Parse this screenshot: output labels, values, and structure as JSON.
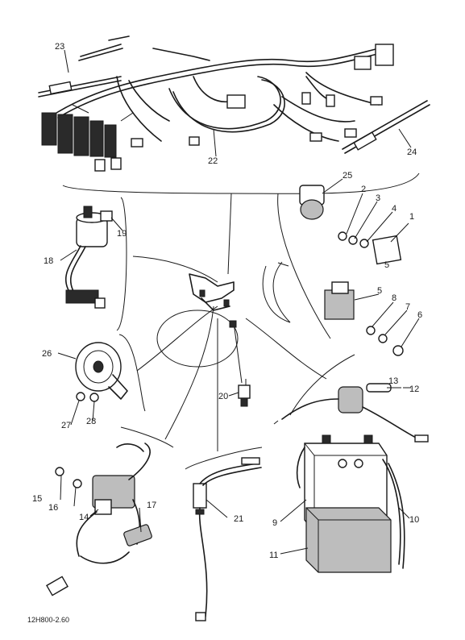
{
  "diagram_code": "12H800-2.60",
  "callouts": [
    {
      "n": "1",
      "text": "1"
    },
    {
      "n": "2",
      "text": "2"
    },
    {
      "n": "3",
      "text": "3"
    },
    {
      "n": "4",
      "text": "4"
    },
    {
      "n": "5a",
      "text": "5"
    },
    {
      "n": "5b",
      "text": "5"
    },
    {
      "n": "6",
      "text": "6"
    },
    {
      "n": "7",
      "text": "7"
    },
    {
      "n": "8",
      "text": "8"
    },
    {
      "n": "9",
      "text": "9"
    },
    {
      "n": "10",
      "text": "10"
    },
    {
      "n": "11",
      "text": "11"
    },
    {
      "n": "12",
      "text": "12"
    },
    {
      "n": "13",
      "text": "13"
    },
    {
      "n": "14",
      "text": "14"
    },
    {
      "n": "15",
      "text": "15"
    },
    {
      "n": "16",
      "text": "16"
    },
    {
      "n": "17",
      "text": "17"
    },
    {
      "n": "18",
      "text": "18"
    },
    {
      "n": "19",
      "text": "19"
    },
    {
      "n": "20",
      "text": "20"
    },
    {
      "n": "21",
      "text": "21"
    },
    {
      "n": "22",
      "text": "22"
    },
    {
      "n": "23",
      "text": "23"
    },
    {
      "n": "24",
      "text": "24"
    },
    {
      "n": "25",
      "text": "25"
    },
    {
      "n": "26",
      "text": "26"
    },
    {
      "n": "27",
      "text": "27"
    },
    {
      "n": "28",
      "text": "28"
    }
  ]
}
